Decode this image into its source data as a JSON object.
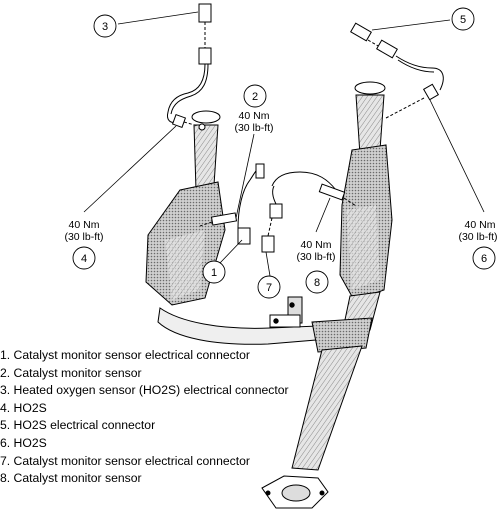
{
  "callouts": [
    "1",
    "2",
    "3",
    "4",
    "5",
    "6",
    "7",
    "8"
  ],
  "torques": {
    "t2": {
      "nm": "40 Nm",
      "lbft": "(30 lb-ft)"
    },
    "t4": {
      "nm": "40 Nm",
      "lbft": "(30 lb-ft)"
    },
    "t6": {
      "nm": "40 Nm",
      "lbft": "(30 lb-ft)"
    },
    "t8": {
      "nm": "40 Nm",
      "lbft": "(30 lb-ft)"
    }
  },
  "legend": [
    "1. Catalyst monitor sensor electrical connector",
    "2. Catalyst monitor sensor",
    "3. Heated oxygen sensor (HO2S) electrical connector",
    "4. HO2S",
    "5. HO2S electrical connector",
    "6. HO2S",
    "7. Catalyst monitor sensor electrical connector",
    "8. Catalyst monitor sensor"
  ]
}
